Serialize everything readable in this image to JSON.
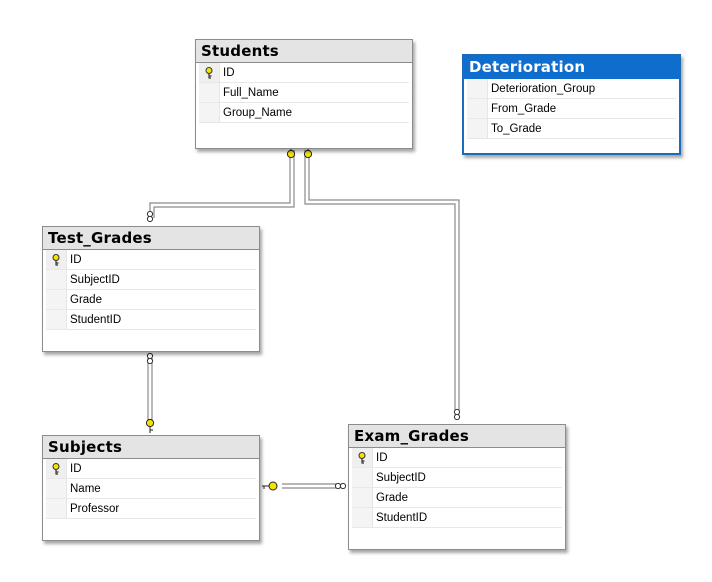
{
  "tables": {
    "students": {
      "title": "Students",
      "columns": [
        "ID",
        "Full_Name",
        "Group_Name"
      ]
    },
    "deterioration": {
      "title": "Deterioration",
      "columns": [
        "Deterioration_Group",
        "From_Grade",
        "To_Grade"
      ]
    },
    "test_grades": {
      "title": "Test_Grades",
      "columns": [
        "ID",
        "SubjectID",
        "Grade",
        "StudentID"
      ]
    },
    "subjects": {
      "title": "Subjects",
      "columns": [
        "ID",
        "Name",
        "Professor"
      ]
    },
    "exam_grades": {
      "title": "Exam_Grades",
      "columns": [
        "ID",
        "SubjectID",
        "Grade",
        "StudentID"
      ]
    }
  },
  "colors": {
    "selected_header": "#0f6ecd",
    "header": "#e4e4e4",
    "key_fill": "#f2e400",
    "line": "#888888"
  },
  "icons": {
    "primary_key": "key-icon",
    "one_end": "key-icon",
    "many_end": "infinity-icon"
  }
}
